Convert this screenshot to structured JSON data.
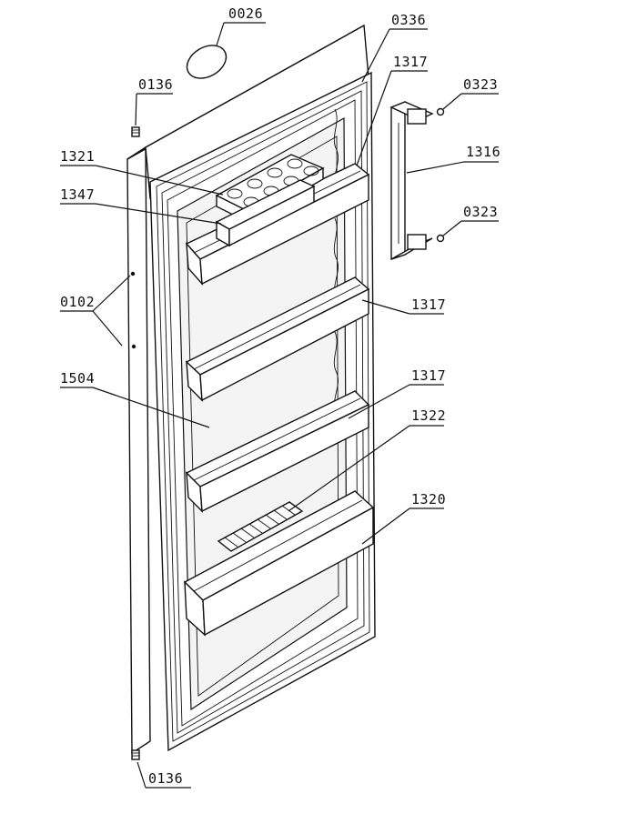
{
  "labels": {
    "gasket_top": "0026",
    "top_screw": "0136",
    "bottom_screw": "0136",
    "door_frame": "0336",
    "shelf_top": "1317",
    "shelf_mid": "1317",
    "shelf_low": "1317",
    "washer_top": "0323",
    "washer_bottom": "0323",
    "handle": "1316",
    "egg_tray": "1321",
    "butter_box": "1347",
    "hinge_pins": "0102",
    "inner_door_panel": "1504",
    "bottle_divider": "1322",
    "bottle_shelf": "1320"
  }
}
